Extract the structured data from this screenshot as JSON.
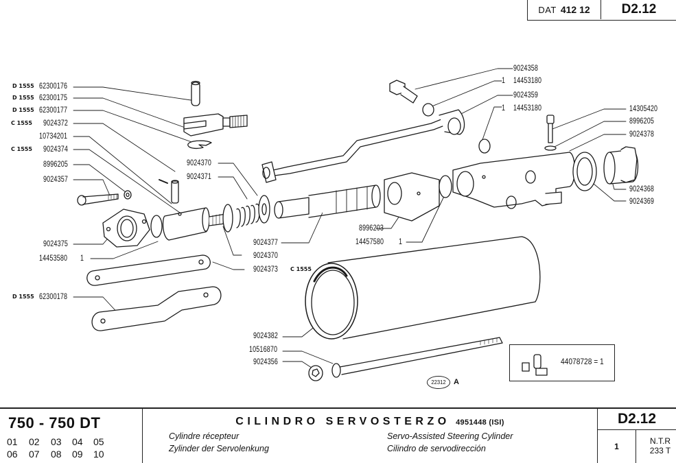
{
  "header": {
    "dat_label": "DAT",
    "dat_number": "412 12",
    "sheet_code": "D2.12"
  },
  "parts_left": [
    {
      "prefix": "D 1555",
      "number": "62300176"
    },
    {
      "prefix": "D 1555",
      "number": "62300175"
    },
    {
      "prefix": "D 1555",
      "number": "62300177"
    },
    {
      "prefix": "C 1555",
      "number": "9024372"
    },
    {
      "prefix": "",
      "number": "10734201"
    },
    {
      "prefix": "C 1555",
      "number": "9024374"
    },
    {
      "prefix": "",
      "number": "8996205"
    },
    {
      "prefix": "",
      "number": "9024357"
    }
  ],
  "parts_center": {
    "p_9024370_top": "9024370",
    "p_9024371": "9024371",
    "p_9024375": "9024375",
    "p_14453580": "14453580",
    "p_14453580_qty": "1",
    "p_9024377": "9024377",
    "p_9024370_bottom": "9024370",
    "p_9024373": "9024373",
    "p_9024373_prefix": "C 1555",
    "p_62300178_prefix": "D 1555",
    "p_62300178": "62300178",
    "p_8996203": "8996203",
    "p_14457580": "14457580",
    "p_14457580_qty": "1",
    "p_9024382": "9024382",
    "p_10516870": "10516870",
    "p_9024356": "9024356"
  },
  "parts_right": {
    "p_9024358": "9024358",
    "p_14453180_a": "14453180",
    "p_14453180_a_qty": "1",
    "p_9024359": "9024359",
    "p_14453180_b": "14453180",
    "p_14453180_b_qty": "1",
    "p_14305420": "14305420",
    "p_8996205": "8996205",
    "p_9024378": "9024378",
    "p_9024368": "9024368",
    "p_9024369": "9024369"
  },
  "kit": {
    "text": "44078728  =  1"
  },
  "reference": {
    "tag": "22312",
    "letter": "A"
  },
  "footer": {
    "model": "750 - 750 DT",
    "variants_row1": [
      "01",
      "02",
      "03",
      "04",
      "05"
    ],
    "variants_row2": [
      "06",
      "07",
      "08",
      "09",
      "10"
    ],
    "title_main": "CILINDRO SERVOSTERZO",
    "title_code": "4951448 (ISI)",
    "subtitle_fr": "Cylindre récepteur",
    "subtitle_de": "Zylinder der Servolenkung",
    "subtitle_en": "Servo-Assisted Steering Cylinder",
    "subtitle_es": "Cilindro de servodirección",
    "sheet_code": "D2.12",
    "sheet_number": "1",
    "ntr_line1": "N.T.R",
    "ntr_line2": "233 T"
  }
}
